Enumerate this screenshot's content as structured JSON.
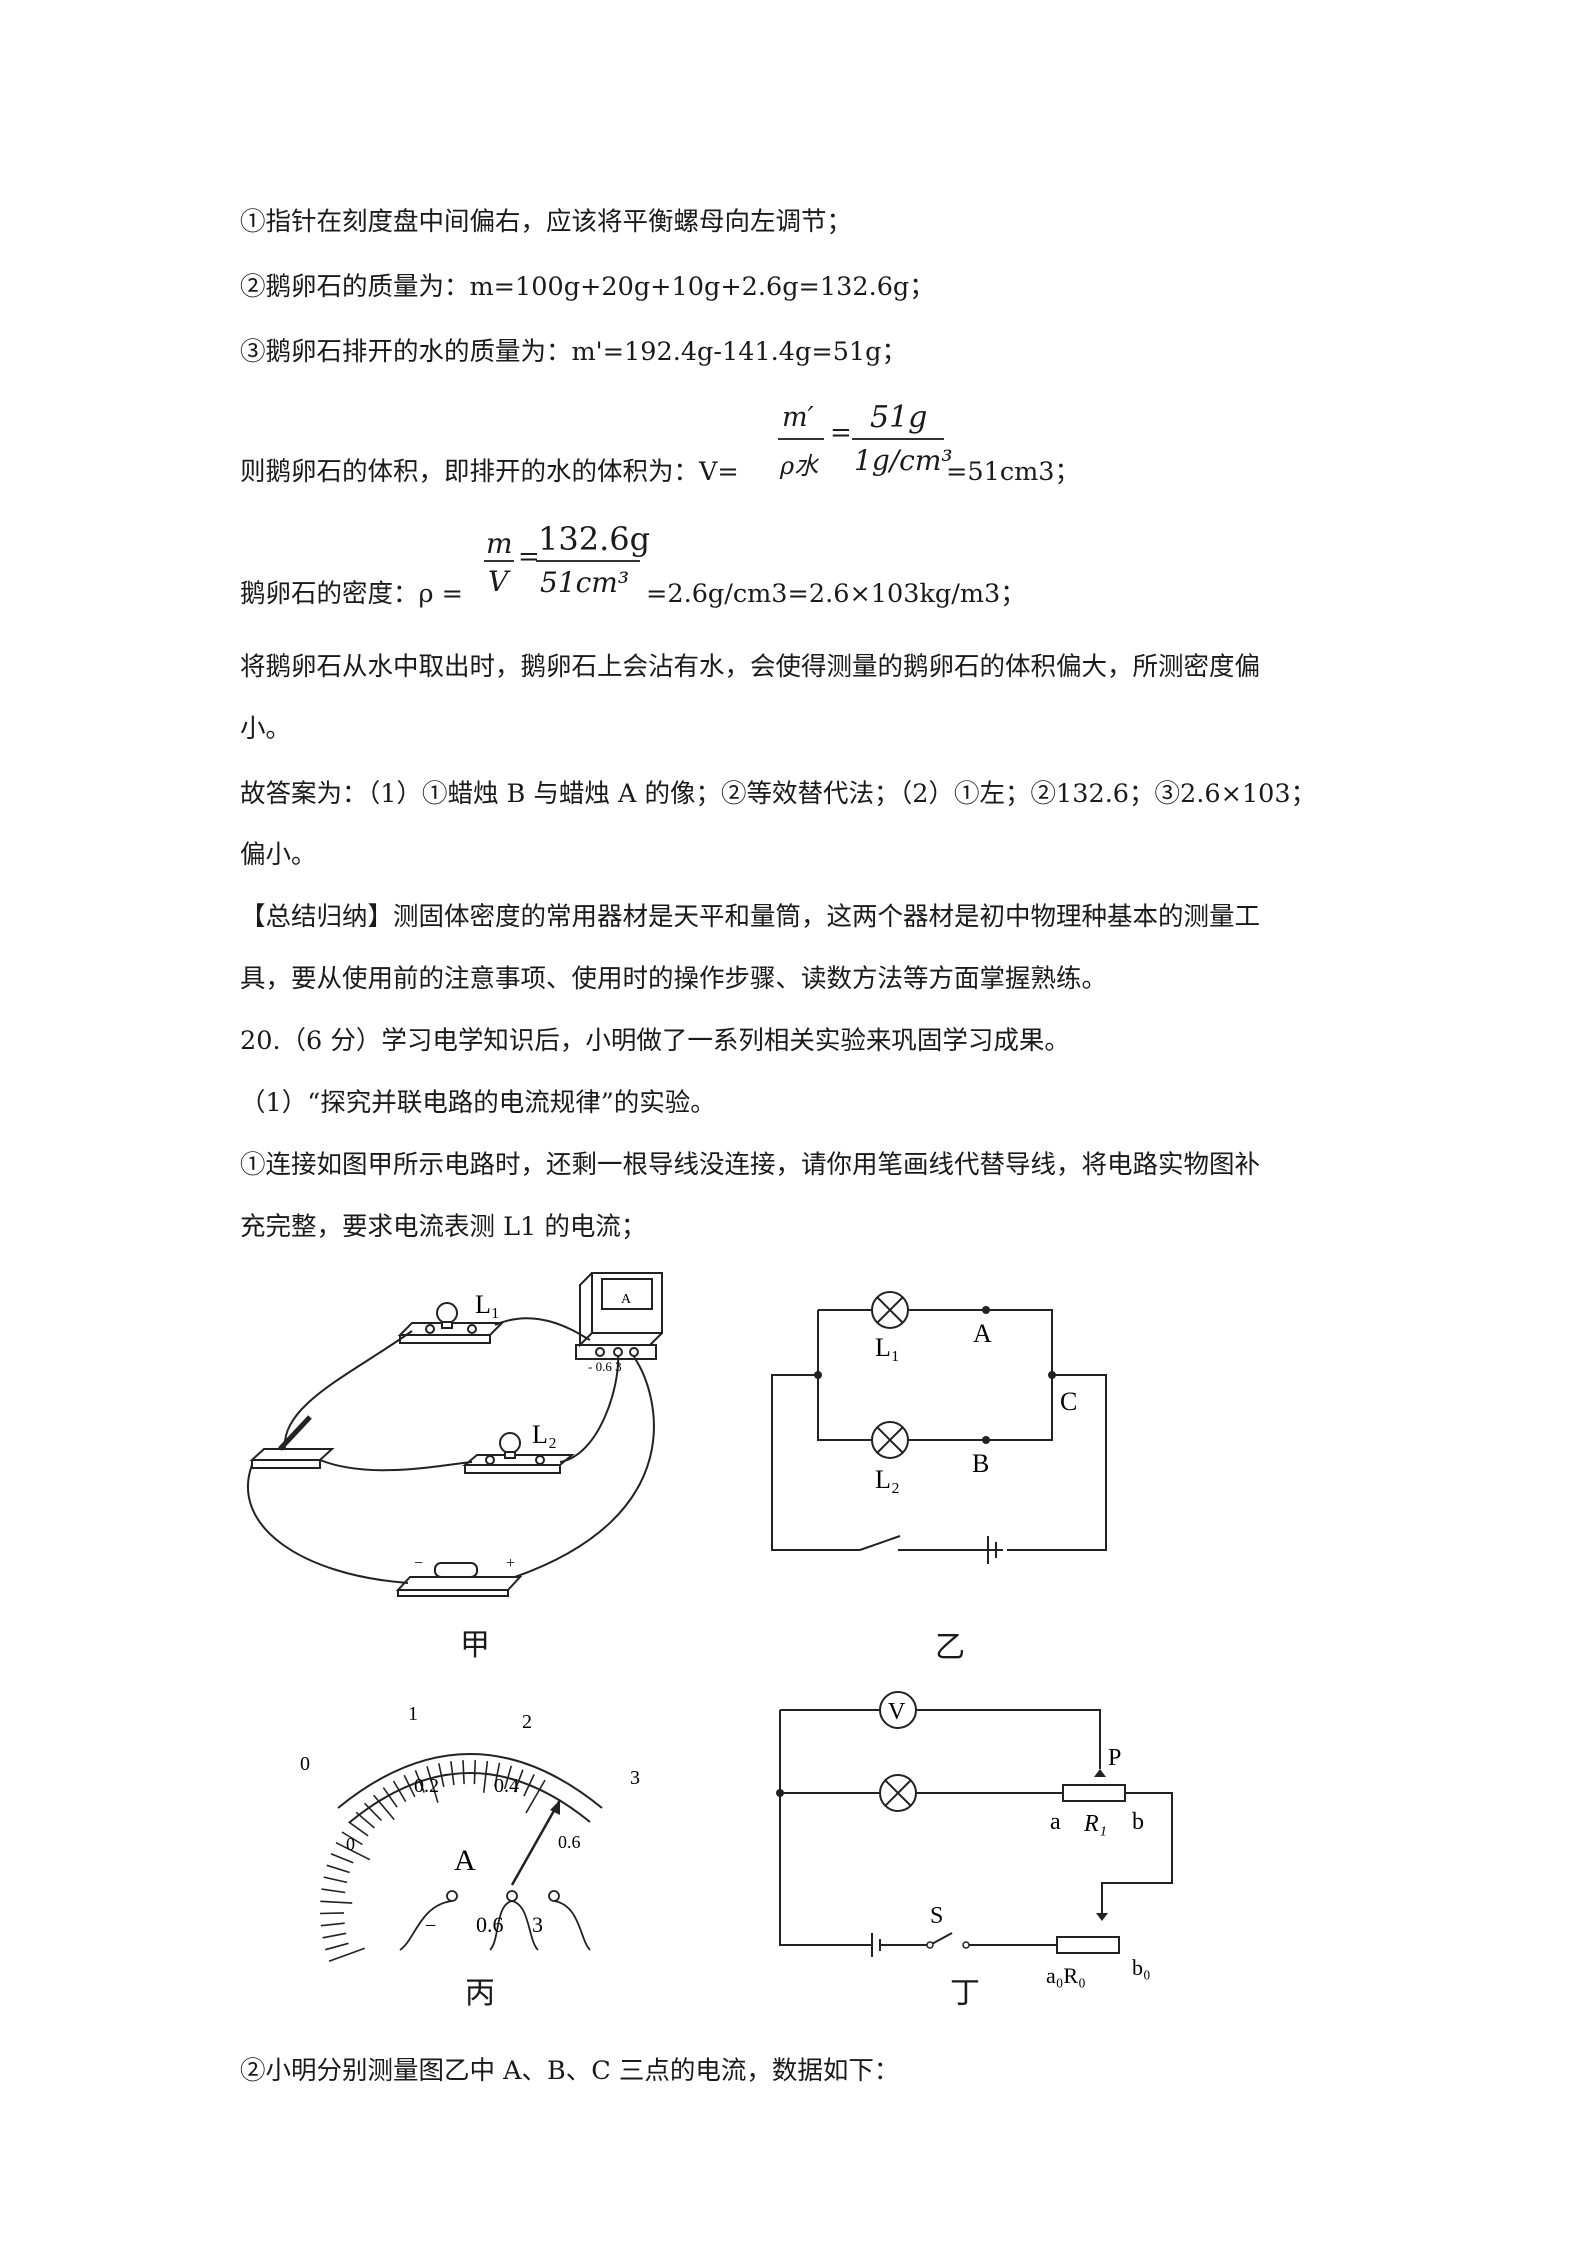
{
  "lines": {
    "l1": "①指针在刻度盘中间偏右，应该将平衡螺母向左调节；",
    "l2": "②鹅卵石的质量为：m=100g+20g+10g+2.6g=132.6g；",
    "l3": "③鹅卵石排开的水的质量为：m'=192.4g-141.4g=51g；",
    "l4_pre": "则鹅卵石的体积，即排开的水的体积为：V=",
    "l4_post": "=51cm3；",
    "l5_pre": "鹅卵石的密度：ρ =",
    "l5_post": "=2.6g/cm3=2.6×103kg/m3；",
    "l6": "将鹅卵石从水中取出时，鹅卵石上会沾有水，会使得测量的鹅卵石的体积偏大，所测密度偏",
    "l7": "小。",
    "l8": "故答案为：（1）①蜡烛 B 与蜡烛 A 的像；②等效替代法；（2）①左；②132.6；③2.6×103；",
    "l9": "偏小。",
    "l10": "【总结归纳】测固体密度的常用器材是天平和量筒，这两个器材是初中物理种基本的测量工",
    "l11": "具，要从使用前的注意事项、使用时的操作步骤、读数方法等方面掌握熟练。",
    "l12": "20.（6 分）学习电学知识后，小明做了一系列相关实验来巩固学习成果。",
    "l13": "（1）“探究并联电路的电流规律”的实验。",
    "l14": "①连接如图甲所示电路时，还剩一根导线没连接，请你用笔画线代替导线，将电路实物图补",
    "l15": "充完整，要求电流表测 L1 的电流；",
    "l16": "②小明分别测量图乙中 A、B、C 三点的电流，数据如下："
  },
  "formula_v": {
    "num1": "m′",
    "den1": "ρ水",
    "num2": "51g",
    "den2": "1g/cm³"
  },
  "formula_rho": {
    "num1": "m",
    "den1": "V",
    "num2": "132.6g",
    "den2": "51cm³"
  },
  "figures": {
    "jia": {
      "caption": "甲",
      "L1": "L₁",
      "L2": "L₂",
      "meter_symbol": "A",
      "meter_terminals": "- 0.6 3",
      "minus": "−",
      "plus": "+"
    },
    "yi": {
      "caption": "乙",
      "L1": "L₁",
      "L2": "L₂",
      "A": "A",
      "B": "B",
      "C": "C"
    },
    "bing": {
      "caption": "丙",
      "symbol": "A",
      "top_scale": [
        "0",
        "1",
        "2",
        "3"
      ],
      "bottom_scale": [
        "0",
        "0.2",
        "0.4",
        "0.6"
      ],
      "terminals": [
        "−",
        "0.6",
        "3"
      ]
    },
    "ding": {
      "caption": "丁",
      "V": "V",
      "P": "P",
      "a": "a",
      "R1": "R₁",
      "b": "b",
      "S": "S",
      "a0R0": "a₀R₀",
      "b0": "b₀"
    }
  }
}
